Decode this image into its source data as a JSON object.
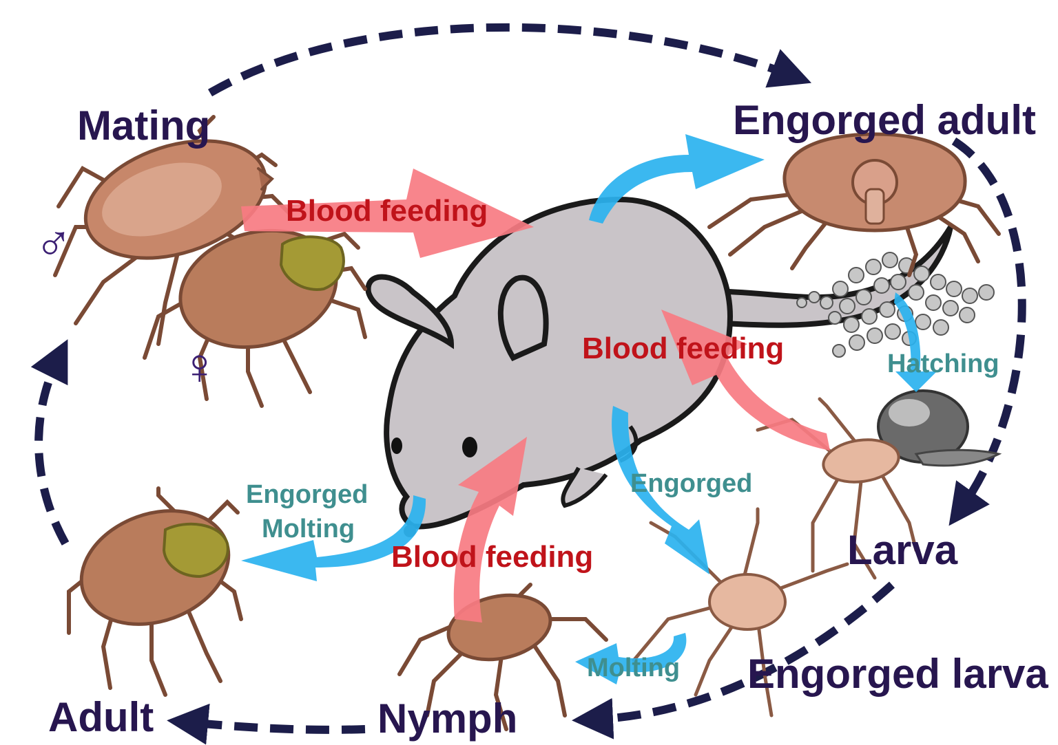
{
  "stages": {
    "mating": "Mating",
    "engorged_adult": "Engorged adult",
    "larva": "Larva",
    "engorged_larva": "Engorged larva",
    "nymph": "Nymph",
    "adult": "Adult"
  },
  "feeding": {
    "adult": "Blood feeding",
    "larva": "Blood feeding",
    "nymph": "Blood feeding"
  },
  "processes": {
    "hatching": "Hatching",
    "engorged_right": "Engorged",
    "engorged_left": "Engorged",
    "molting_left": "Molting",
    "molting_bottom": "Molting"
  },
  "symbols": {
    "male": "♂",
    "female": "♀"
  },
  "colors": {
    "stage_text": "#27164f",
    "feeding_text": "#c0131a",
    "process_text": "#3f8f8f",
    "cycle_arrow": "#1c1d4a",
    "feeding_arrow": "#f77b82",
    "process_arrow": "#2ab2ef",
    "tick_body": "#b97c5c",
    "scutum": "#a49a35",
    "rodent": "#c9c4c8"
  },
  "icons": [
    "rodent-host",
    "tick-male",
    "tick-female",
    "engorged-adult-tick",
    "egg-mass",
    "larva-tick",
    "engorged-larva-tick",
    "nymph-tick",
    "adult-tick"
  ]
}
